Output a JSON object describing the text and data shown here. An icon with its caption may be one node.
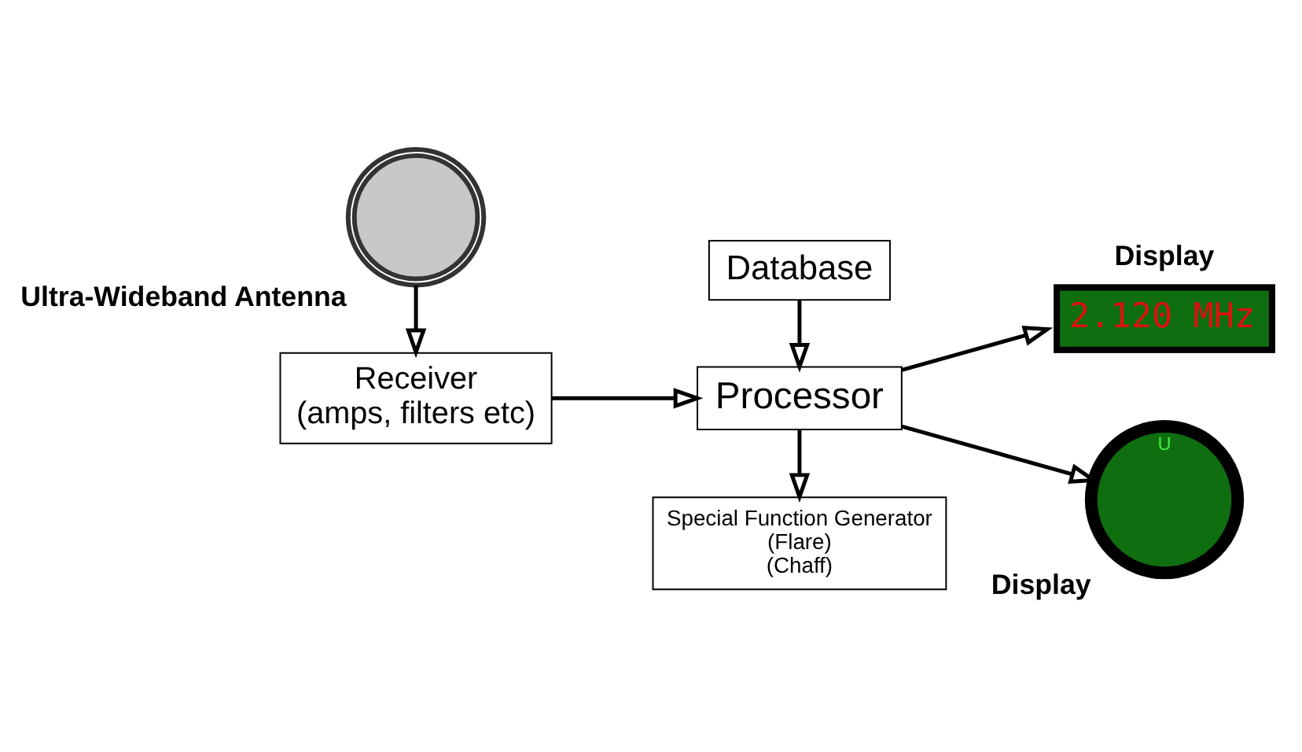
{
  "diagram": {
    "nodes": [
      {
        "text": [],
        "shape": "picture",
        "beside": [
          "Ultra-Wideband Antenna"
        ]
      },
      {
        "text": [
          "Receiver",
          "(amps, filters etc)"
        ]
      },
      {
        "text": [
          "Database"
        ]
      },
      {
        "text": [
          "Processor"
        ]
      },
      {
        "text": [
          "Special Function Generator",
          "(Flare)",
          "(Chaff)"
        ]
      },
      {
        "text": [
          "2.120 MHz"
        ],
        "beside": [
          "Display"
        ]
      },
      {
        "text": [
          "U"
        ],
        "beside": [
          "Display"
        ]
      }
    ],
    "edges": [
      {
        "from": 0,
        "to": 1,
        "arrow": "to"
      },
      {
        "from": 1,
        "to": 3,
        "arrow": "to"
      },
      {
        "from": 2,
        "to": 3,
        "arrow": "to"
      },
      {
        "from": 3,
        "to": 5,
        "arrow": "to"
      },
      {
        "from": 3,
        "to": 6,
        "arrow": "to"
      },
      {
        "from": 3,
        "to": 4,
        "arrow": "to"
      }
    ]
  }
}
